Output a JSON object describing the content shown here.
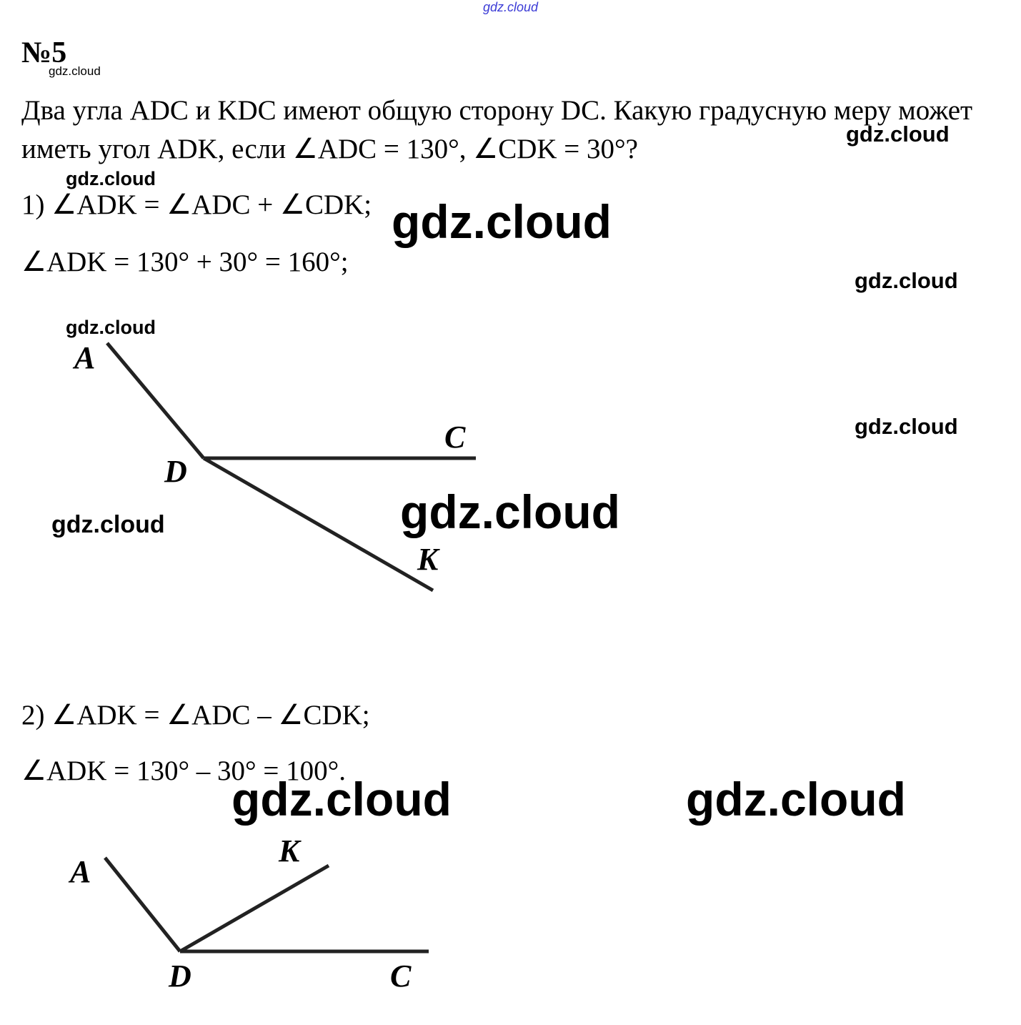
{
  "watermark": {
    "top": "gdz.cloud",
    "text": "gdz.cloud"
  },
  "problem": {
    "number": "№5",
    "text": "Два угла ADC и KDC имеют общую сторону DC. Какую градусную меру может иметь угол ADK, если ∠ADC = 130°, ∠CDK = 30°?"
  },
  "case1": {
    "formula": "1)  ∠ADK = ∠ADC + ∠CDK;",
    "calc": "∠ADK = 130° + 30° = 160°;"
  },
  "case2": {
    "formula": "2) ∠ADK = ∠ADC – ∠CDK;",
    "calc": "∠ADK = 130° – 30° = 100°."
  },
  "figure1": {
    "labels": {
      "A": "A",
      "C": "C",
      "D": "D",
      "K": "K"
    }
  },
  "figure2": {
    "labels": {
      "A": "A",
      "C": "C",
      "D": "D",
      "K": "K"
    }
  }
}
